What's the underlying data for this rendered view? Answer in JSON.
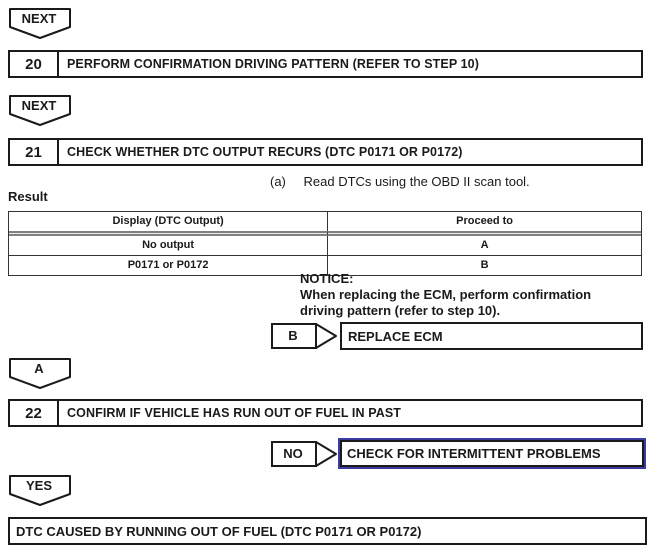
{
  "page": {
    "background": "#ffffff",
    "text_color": "#1a1a1a",
    "link_border_color": "#3a3aa0"
  },
  "connectors": {
    "next1": "NEXT",
    "next2": "NEXT",
    "a": "A",
    "yes": "YES"
  },
  "steps": {
    "step20": {
      "number": "20",
      "title": "PERFORM CONFIRMATION DRIVING PATTERN (REFER TO STEP 10)"
    },
    "step21": {
      "number": "21",
      "title": "CHECK WHETHER DTC OUTPUT RECURS (DTC P0171 OR P0172)"
    },
    "step22": {
      "number": "22",
      "title": "CONFIRM IF VEHICLE HAS RUN OUT OF FUEL IN PAST"
    }
  },
  "instruction": {
    "list_marker": "(a)",
    "text": "Read DTCs using the OBD II scan tool."
  },
  "result": {
    "label": "Result",
    "table": {
      "headers": [
        "Display (DTC Output)",
        "Proceed to"
      ],
      "rows": [
        {
          "display": "No output",
          "proceed": "A"
        },
        {
          "display": "P0171 or P0172",
          "proceed": "B"
        }
      ]
    }
  },
  "notice": {
    "label": "NOTICE:",
    "line1": "When replacing the ECM, perform confirmation",
    "line2": "driving pattern (refer to step 10)."
  },
  "branches": {
    "b": {
      "label": "B",
      "action": "REPLACE ECM"
    },
    "no": {
      "label": "NO",
      "action": "CHECK FOR INTERMITTENT PROBLEMS"
    }
  },
  "conclusion": "DTC CAUSED BY RUNNING OUT OF FUEL (DTC P0171 OR P0172)"
}
